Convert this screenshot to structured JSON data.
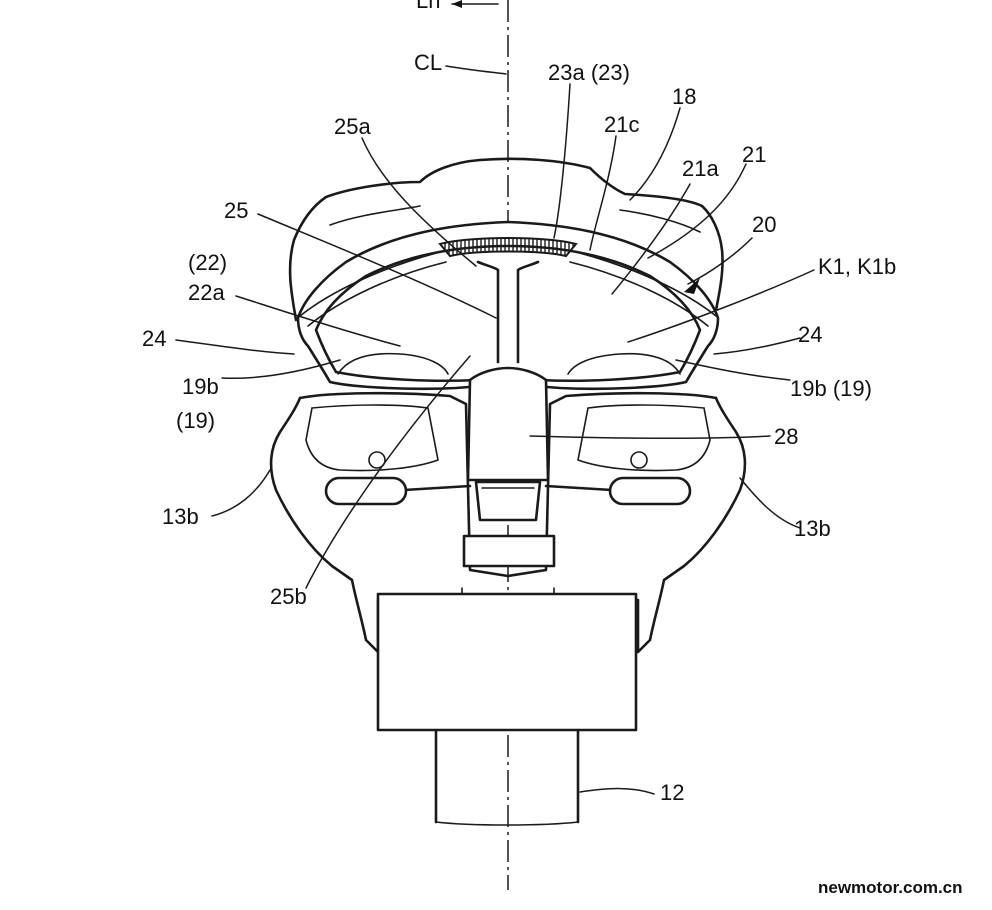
{
  "diagram": {
    "labels": {
      "top": "Lh",
      "cl": "CL",
      "l23a": "23a (23)",
      "l18": "18",
      "l25a": "25a",
      "l21c": "21c",
      "l21": "21",
      "l21a": "21a",
      "l25": "25",
      "l20": "20",
      "l22p": "(22)",
      "l22a": "22a",
      "lk1": "K1, K1b",
      "l24l": "24",
      "l24r": "24",
      "l19bl": "19b",
      "l19p": "(19)",
      "l19br": "19b (19)",
      "l28": "28",
      "l13bl": "13b",
      "l13br": "13b",
      "l25b": "25b",
      "l12": "12"
    },
    "watermark": "newmotor.com.cn"
  }
}
